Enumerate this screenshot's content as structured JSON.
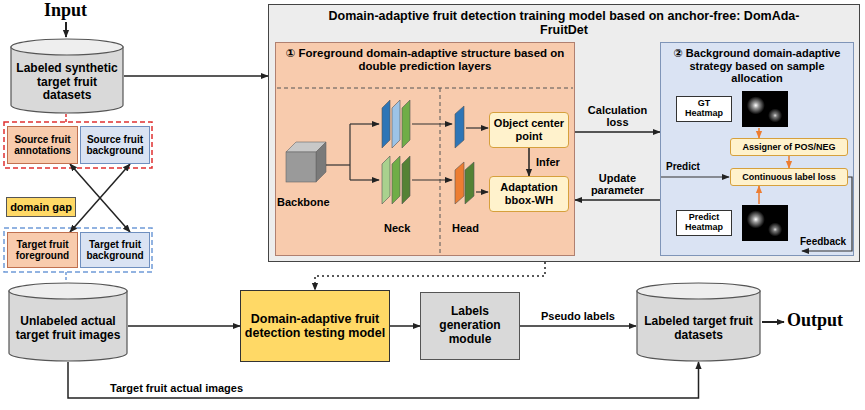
{
  "diagram": {
    "nodes": [
      {
        "text": [
          "Labeled synthetic target fruit datasets"
        ]
      },
      {
        "text": [
          "Source fruit annotations"
        ]
      },
      {
        "text": [
          "Source fruit background"
        ]
      },
      {
        "text": [
          "domain gap"
        ]
      },
      {
        "text": [
          "Target fruit foreground"
        ]
      },
      {
        "text": [
          "Target fruit background"
        ]
      },
      {
        "text": [
          "Domain-adaptive fruit detection training model based on anchor-free: DomAda-FruitDet"
        ]
      },
      {
        "text": [
          "① Foreground domain-adaptive structure based on double prediction layers"
        ],
        "in": 6
      },
      {
        "text": [
          "Object center point"
        ],
        "in": 7
      },
      {
        "text": [
          "Adaptation bbox-WH"
        ],
        "in": 7
      },
      {
        "text": [
          "② Background domain-adaptive strategy based on sample allocation"
        ],
        "in": 6
      },
      {
        "text": [
          "GT Heatmap"
        ],
        "in": 10
      },
      {
        "text": [
          "Assigner of POS/NEG"
        ],
        "in": 10
      },
      {
        "text": [
          "Continuous label loss"
        ],
        "in": 10
      },
      {
        "text": [
          "Predict Heatmap"
        ],
        "in": 10
      },
      {
        "text": [
          "Unlabeled actual target fruit images"
        ]
      },
      {
        "text": [
          "Domain-adaptive fruit detection testing model"
        ]
      },
      {
        "text": [
          "Labels generation module"
        ]
      },
      {
        "text": [
          "Labeled target fruit datasets"
        ]
      }
    ],
    "edges": [
      {
        "from": 0,
        "to": 6,
        "arrow": "to"
      },
      {
        "from": 1,
        "to": 5,
        "arrow": "both"
      },
      {
        "from": 2,
        "to": 4,
        "arrow": "both"
      },
      {
        "from": 7,
        "to": 10,
        "label": "Calculation loss",
        "arrow": "to"
      },
      {
        "from": 10,
        "to": 7,
        "label": "Update parameter",
        "arrow": "to"
      },
      {
        "from": 8,
        "to": 9,
        "label": "Infer",
        "arrow": "to"
      },
      {
        "from": 11,
        "to": 12,
        "arrow": "to"
      },
      {
        "from": 12,
        "to": 13,
        "arrow": "to"
      },
      {
        "from": 14,
        "to": 13,
        "arrow": "to"
      },
      {
        "from": 6,
        "to": 16,
        "arrow": "to"
      },
      {
        "from": 15,
        "to": 16,
        "arrow": "to"
      },
      {
        "from": 16,
        "to": 17,
        "arrow": "to"
      },
      {
        "from": 17,
        "to": 18,
        "label": "Pseudo labels",
        "arrow": "to"
      },
      {
        "from": 15,
        "to": 18,
        "label": "Target fruit actual images",
        "arrow": "to"
      }
    ],
    "labels": [
      "Input",
      "Output",
      "Backbone",
      "Neck",
      "Head",
      "Predict",
      "Feedback"
    ]
  }
}
